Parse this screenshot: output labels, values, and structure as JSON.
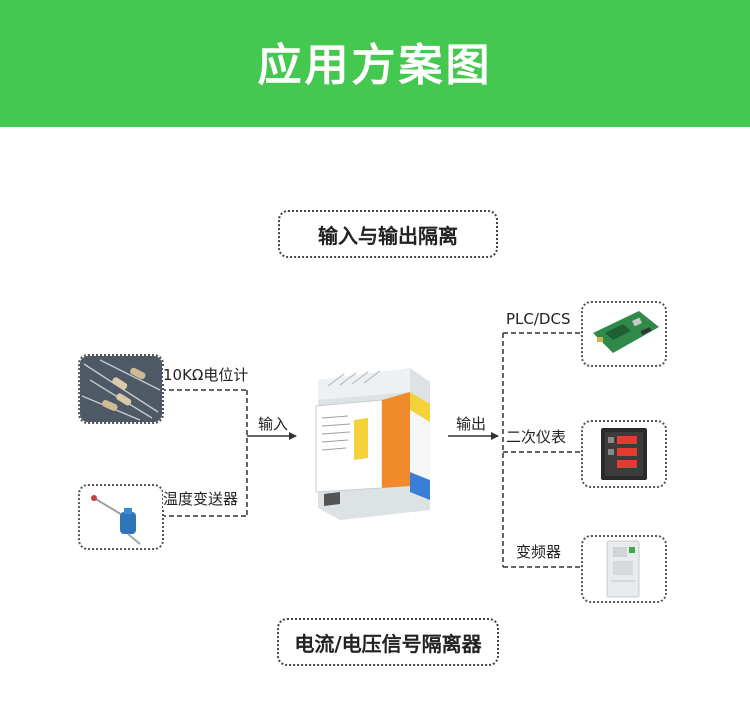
{
  "header": {
    "title": "应用方案图"
  },
  "diagram": {
    "top_label": "输入与输出隔离",
    "bottom_label": "电流/电压信号隔离器",
    "arrow_in_label": "输入",
    "arrow_out_label": "输出",
    "inputs": [
      {
        "label": "10KΩ电位计",
        "icon": "resistor-icon"
      },
      {
        "label": "温度变送器",
        "icon": "temperature-probe-icon"
      }
    ],
    "outputs": [
      {
        "label": "PLC/DCS",
        "icon": "pcb-board-icon"
      },
      {
        "label": "二次仪表",
        "icon": "panel-meter-icon"
      },
      {
        "label": "变频器",
        "icon": "inverter-icon"
      }
    ],
    "device_icon": "din-rail-isolator-icon"
  },
  "colors": {
    "banner": "#45c850",
    "line": "#333333",
    "device_orange": "#f08a2a",
    "device_blue": "#3a7fd5",
    "device_yellow": "#f3d23a"
  }
}
